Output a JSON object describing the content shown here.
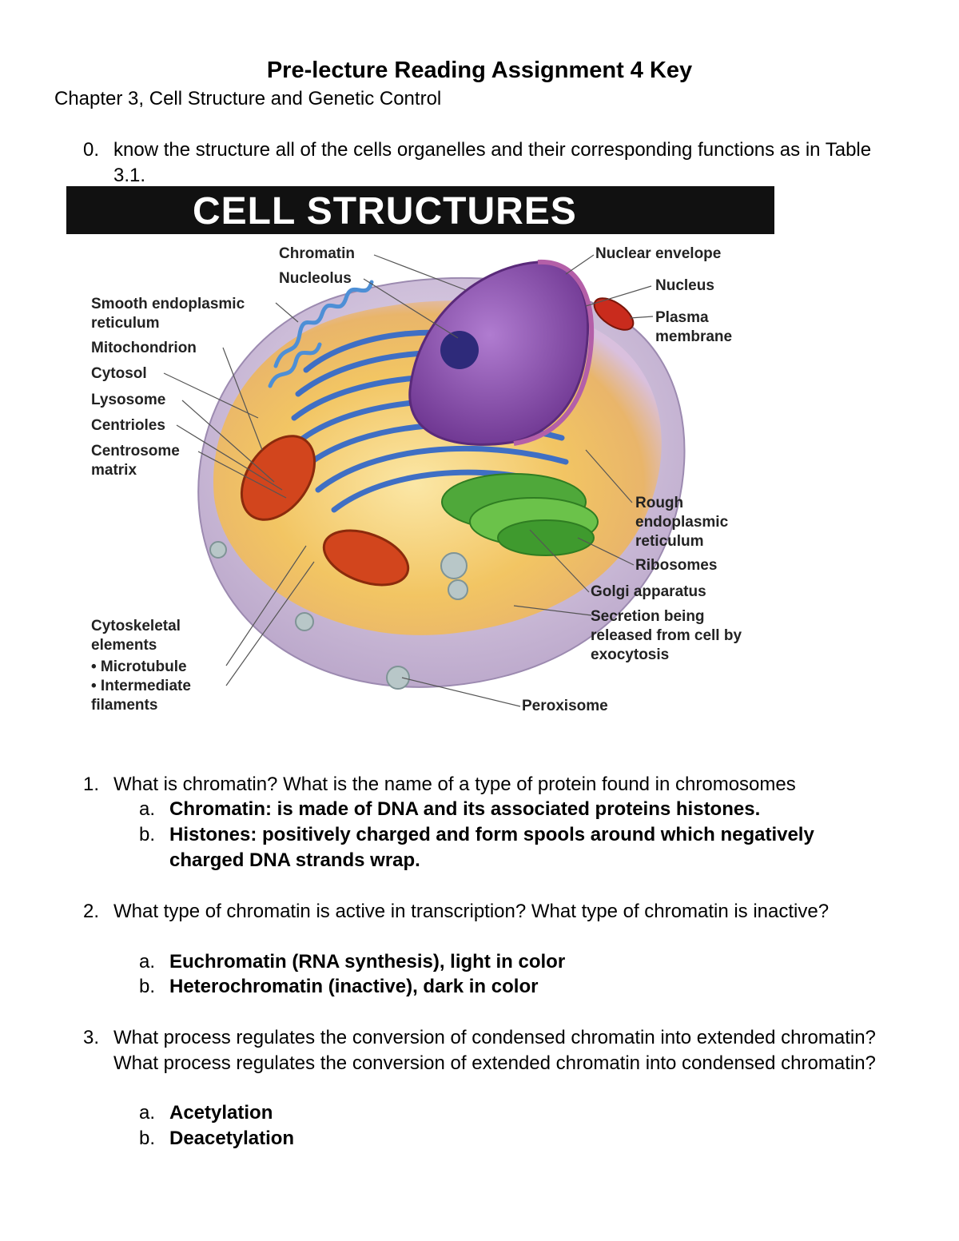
{
  "header": {
    "title": "Pre-lecture Reading Assignment 4 Key",
    "subtitle": "Chapter 3, Cell Structure and Genetic Control"
  },
  "q0": {
    "num": "0.",
    "text": "know the structure all of the cells organelles and their corresponding functions as in Table 3.1."
  },
  "figure": {
    "banner": "CELL STRUCTURES",
    "labels": {
      "chromatin": "Chromatin",
      "nucleolus": "Nucleolus",
      "smooth_er": "Smooth endoplasmic reticulum",
      "mitochondrion": "Mitochondrion",
      "cytosol": "Cytosol",
      "lysosome": "Lysosome",
      "centrioles": "Centrioles",
      "centrosome": "Centrosome matrix",
      "nuclear_envelope": "Nuclear envelope",
      "nucleus": "Nucleus",
      "plasma_membrane": "Plasma membrane",
      "rough_er": "Rough endoplasmic reticulum",
      "ribosomes": "Ribosomes",
      "golgi": "Golgi apparatus",
      "secretion": "Secretion being released from cell by exocytosis",
      "cytoskeletal": "Cytoskeletal elements",
      "microtubule": "• Microtubule",
      "intermediate": "• Intermediate filaments",
      "peroxisome": "Peroxisome"
    },
    "colors": {
      "nucleus": "#8e4fb0",
      "rough_er": "#3f6fc4",
      "golgi": "#4fa83a",
      "mitochondrion": "#d2451d",
      "cytoplasm": "#f3c75a"
    }
  },
  "questions": [
    {
      "num": "1.",
      "text": "What is chromatin? What is the name of a type of protein found in chromosomes",
      "answers": [
        {
          "letter": "a.",
          "text": "Chromatin: is made of DNA and its associated proteins histones."
        },
        {
          "letter": "b.",
          "text": "Histones: positively charged and form spools around which negatively charged DNA strands wrap."
        }
      ]
    },
    {
      "num": "2.",
      "text": "What type of chromatin is active in transcription? What type of chromatin is inactive?",
      "answers": [
        {
          "letter": "a.",
          "text": "Euchromatin (RNA synthesis), light in color"
        },
        {
          "letter": "b.",
          "text": "Heterochromatin (inactive), dark in color"
        }
      ]
    },
    {
      "num": "3.",
      "text": "What process regulates the conversion of condensed chromatin into extended chromatin? What process regulates the conversion of extended chromatin into condensed chromatin?",
      "answers": [
        {
          "letter": "a.",
          "text": "Acetylation"
        },
        {
          "letter": "b.",
          "text": "Deacetylation"
        }
      ]
    }
  ]
}
